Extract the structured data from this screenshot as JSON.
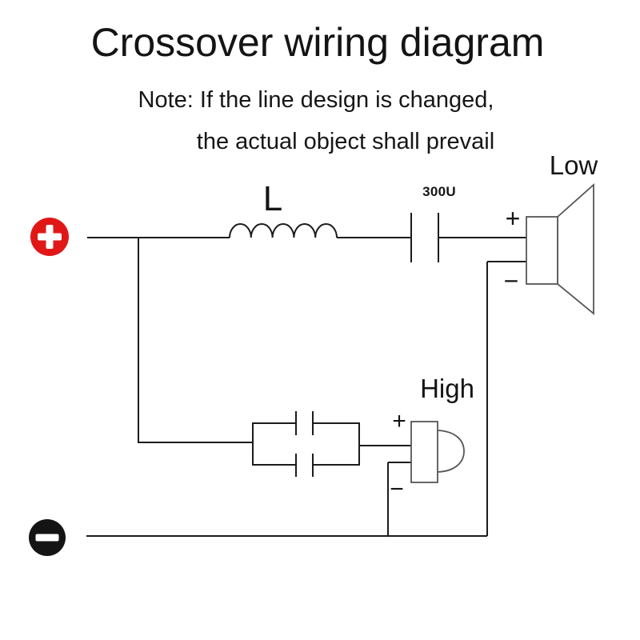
{
  "header": {
    "title": "Crossover wiring diagram",
    "note_line1": "Note: If the line design is changed,",
    "note_line2": "the actual object shall prevail"
  },
  "diagram": {
    "inductor_label": "L",
    "capacitor_label": "300U",
    "low_speaker": {
      "name": "Low",
      "plus": "+",
      "minus": "−"
    },
    "high_speaker": {
      "name": "High",
      "plus": "+",
      "minus": "−"
    },
    "icons": {
      "positive_terminal": "plus-circle-icon",
      "negative_terminal": "minus-circle-icon",
      "low_speaker": "woofer-speaker-icon",
      "high_speaker": "tweeter-speaker-icon"
    },
    "colors": {
      "positive_terminal": "#e11717",
      "negative_terminal": "#141414",
      "wire": "#1c1c1c",
      "speaker_outline": "#565656"
    }
  }
}
